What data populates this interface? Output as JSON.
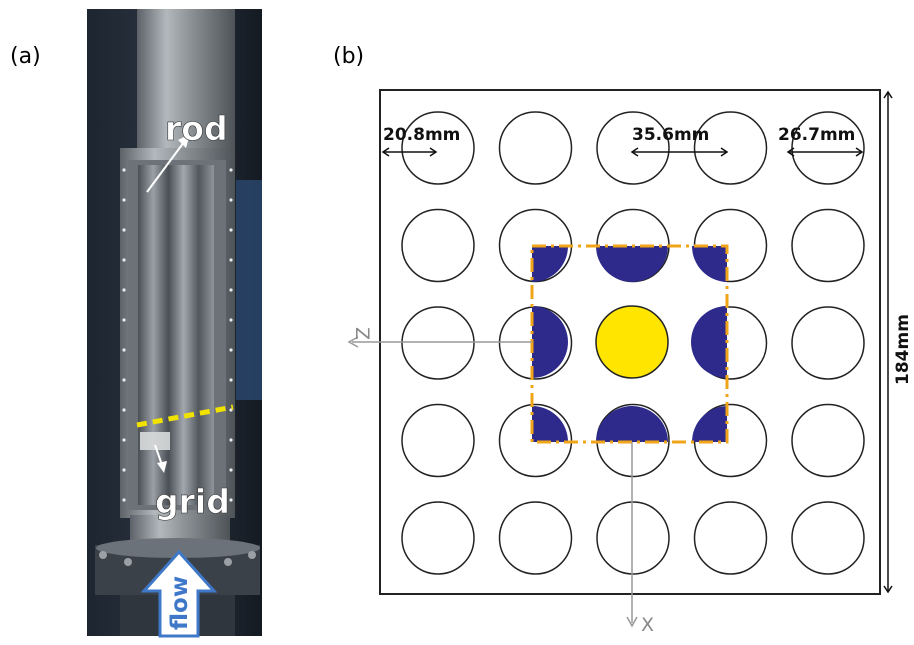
{
  "panels": {
    "a": {
      "label": "(a)",
      "rod_label": "rod",
      "grid_label": "grid",
      "flow_label": "flow"
    },
    "b": {
      "label": "(b)",
      "dim_rod_diameter": "20.8mm",
      "dim_pitch": "35.6mm",
      "dim_side": "26.7mm",
      "dim_housing": "184mm",
      "axis_z": "Z",
      "axis_x": "X"
    }
  },
  "colors": {
    "center_rod": "#ffe500",
    "subchannel_fill": "#2e2a8c",
    "domain_outline": "#f0a418",
    "axis_lines": "#999999",
    "photo_metal": "#8c9196",
    "flow_arrow": "#3f78c8",
    "grid_marker": "#f2e200"
  },
  "bundle": {
    "rows": 5,
    "cols": 5
  }
}
